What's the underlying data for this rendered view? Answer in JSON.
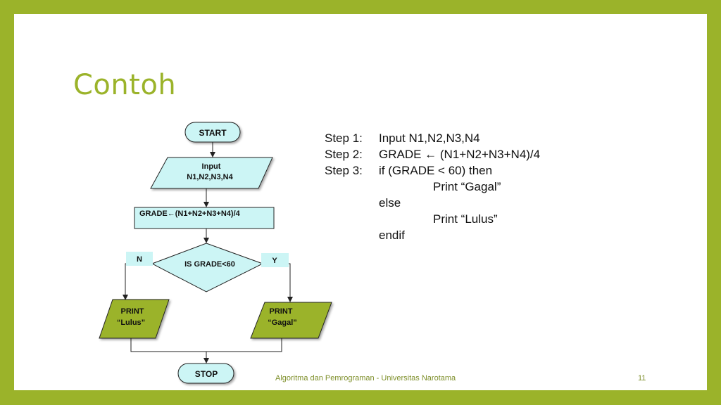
{
  "slide": {
    "title": "Contoh",
    "footer": "Algoritma dan Pemrograman - Universitas Narotama",
    "page_number": "11",
    "colors": {
      "frame": "#9bb32a",
      "shape_fill": "#ccf5f5",
      "print_fill": "#9bb32a"
    }
  },
  "flowchart": {
    "start": "START",
    "input_line1": "Input",
    "input_line2": "N1,N2,N3,N4",
    "process": "GRADE←(N1+N2+N3+N4)/4",
    "decision": "IS GRADE<60",
    "no_label": "N",
    "yes_label": "Y",
    "print_left_line1": "PRINT",
    "print_left_line2": "“Lulus”",
    "print_right_line1": "PRINT",
    "print_right_line2": "“Gagal”",
    "stop": "STOP"
  },
  "steps": [
    {
      "label": "Step 1:",
      "text": "Input N1,N2,N3,N4"
    },
    {
      "label": "Step 2:",
      "text": "GRADE ← (N1+N2+N3+N4)/4"
    },
    {
      "label": "Step 3:",
      "text": "if (GRADE < 60) then"
    },
    {
      "indent": "Print “Gagal”"
    },
    {
      "text": "else"
    },
    {
      "indent": "Print “Lulus”"
    },
    {
      "text": "endif"
    }
  ]
}
